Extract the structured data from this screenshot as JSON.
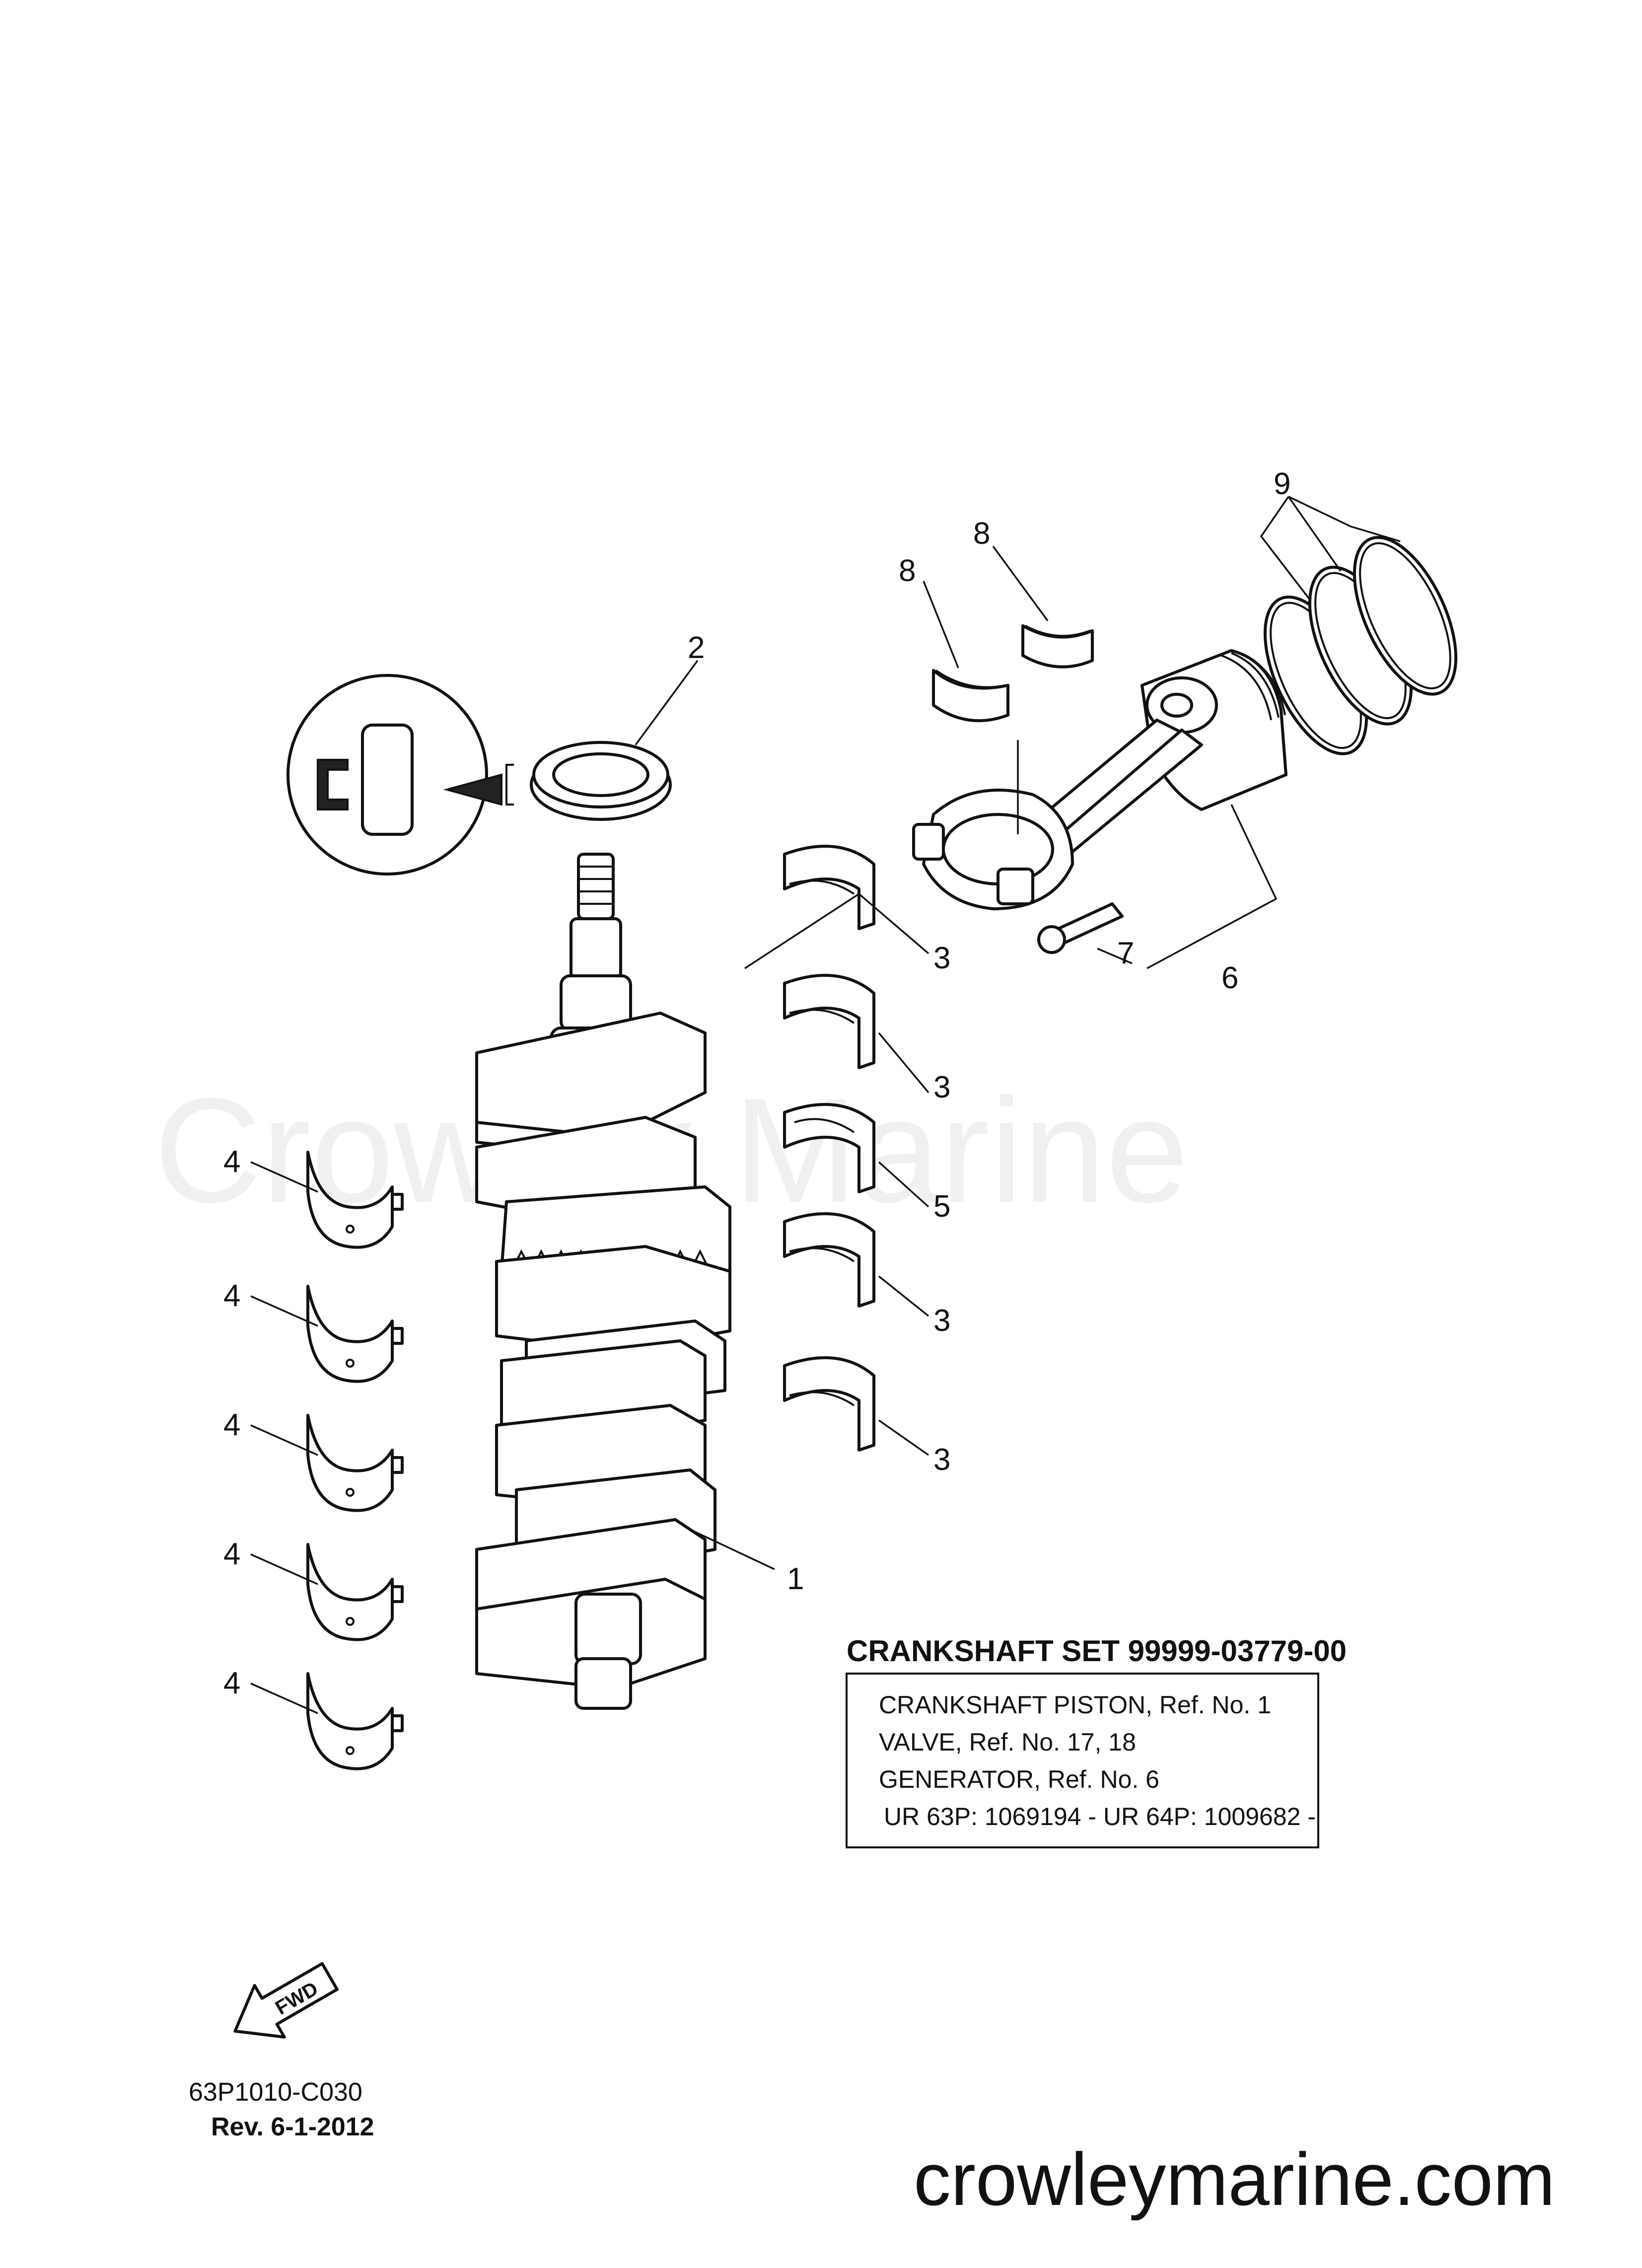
{
  "watermark": "Crowley Marine",
  "callouts": {
    "c1": "1",
    "c2": "2",
    "c3a": "3",
    "c3b": "3",
    "c3c": "3",
    "c3d": "3",
    "c4a": "4",
    "c4b": "4",
    "c4c": "4",
    "c4d": "4",
    "c4e": "4",
    "c5": "5",
    "c6": "6",
    "c7": "7",
    "c8a": "8",
    "c8b": "8",
    "c9": "9"
  },
  "set_box": {
    "title": "CRANKSHAFT SET 99999-03779-00",
    "lines": [
      "CRANKSHAFT PISTON,  Ref.  No.  1",
      "VALVE,  Ref.  No.  17,  18",
      "GENERATOR,  Ref.  No.  6",
      "UR  63P: 1069194 -  UR  64P: 1009682 -"
    ]
  },
  "fwd_label": "FWD",
  "diagram_code": "63P1010-C030",
  "revision": "Rev.  6-1-2012",
  "site": "crowleymarine.com"
}
